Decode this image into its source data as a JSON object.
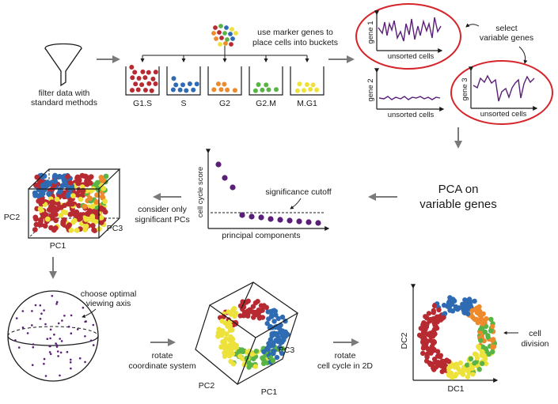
{
  "colors": {
    "red": "#b72a31",
    "blue": "#2f6bb3",
    "orange": "#ee8a2c",
    "green": "#59b446",
    "yellow": "#ede23b",
    "purple": "#5a1f78",
    "arrow_grey": "#7a7a7a",
    "oval_red": "#d5252b",
    "text": "#1a1a1a"
  },
  "step1": {
    "caption_lines": [
      "filter data with",
      "standard methods"
    ],
    "icon": "funnel-icon"
  },
  "step2": {
    "caption_lines": [
      "use marker genes to",
      "place cells into buckets"
    ],
    "buckets": [
      {
        "label": "G1.S",
        "color": "red"
      },
      {
        "label": "S",
        "color": "blue"
      },
      {
        "label": "G2",
        "color": "orange"
      },
      {
        "label": "G2.M",
        "color": "green"
      },
      {
        "label": "M.G1",
        "color": "yellow"
      }
    ]
  },
  "step3": {
    "select_label_lines": [
      "select",
      "variable genes"
    ],
    "plots": [
      {
        "ylabel": "gene 1",
        "xlabel": "unsorted cells",
        "selected": true
      },
      {
        "ylabel": "gene 2",
        "xlabel": "unsorted cells",
        "selected": false
      },
      {
        "ylabel": "gene 3",
        "xlabel": "unsorted cells",
        "selected": true
      }
    ]
  },
  "step4": {
    "title_lines": [
      "PCA on",
      "variable genes"
    ],
    "scree": {
      "ylabel": "cell cycle score",
      "xlabel": "principal components",
      "cutoff_label": "significance cutoff"
    },
    "consider_lines": [
      "consider only",
      "significant PCs"
    ],
    "cube_axes": {
      "pc1": "PC1",
      "pc2": "PC2",
      "pc3": "PC3"
    }
  },
  "step5": {
    "sphere_label_lines": [
      "choose optimal",
      "viewing axis"
    ],
    "rotate_label_lines": [
      "rotate",
      "coordinate system"
    ],
    "cube_axes": {
      "pc1": "PC1",
      "pc2": "PC2",
      "pc3": "PC3"
    },
    "rotate2d_lines": [
      "rotate",
      "cell cycle in 2D"
    ],
    "dc_axes": {
      "x": "DC1",
      "y": "DC2"
    },
    "division_lines": [
      "cell",
      "division"
    ]
  }
}
